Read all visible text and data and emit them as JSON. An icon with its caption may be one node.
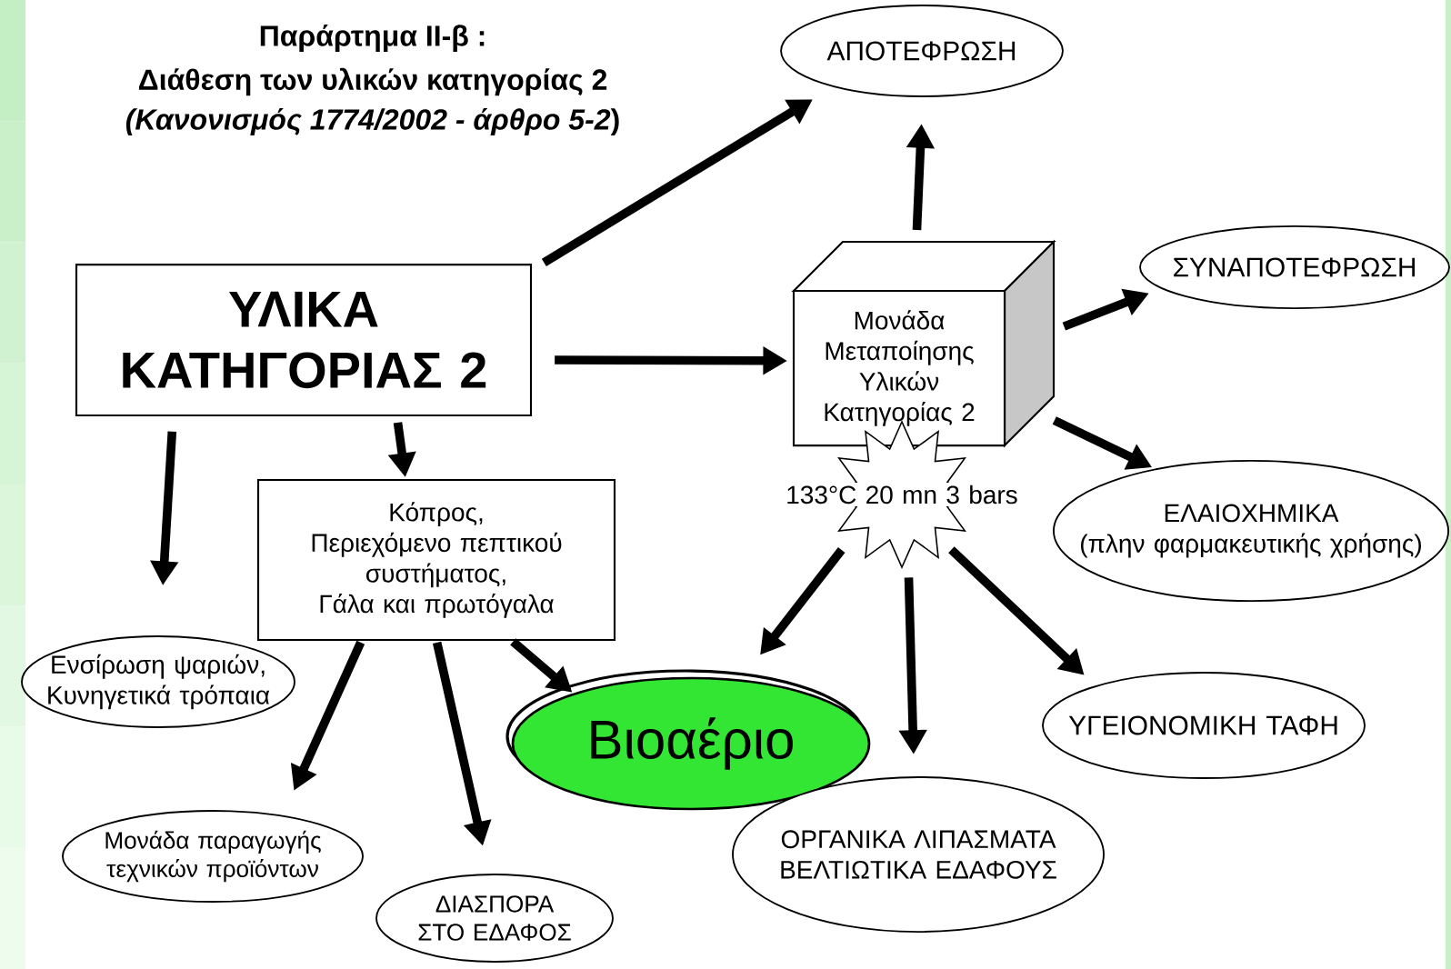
{
  "diagram": {
    "title": "Παράρτημα II-β :",
    "nodes": [
      {
        "text": [
          "ΥΛΙΚΑ ΚΑΤΗΓΟΡΙΑΣ 2"
        ]
      },
      {
        "text": [
          "Μονάδα Μεταποίησης Υλικών Κατηγορίας 2"
        ]
      },
      {
        "text": [
          "133°C 20 mn 3 bars"
        ]
      },
      {
        "text": [
          "ΑΠΟΤΕΦΡΩΣΗ"
        ]
      },
      {
        "text": [
          "ΣΥΝΑΠΟΤΕΦΡΩΣΗ"
        ]
      },
      {
        "text": [
          "ΕΛΑΙΟΧΗΜΙΚΑ",
          "(πλην φαρμακευτικής χρήσης)"
        ]
      },
      {
        "text": [
          "Κόπρος,",
          "Περιεχόμενο πεπτικού συστήματος,",
          "Γάλα και πρωτόγαλα"
        ]
      },
      {
        "text": [
          "Ενσίρωση ψαριών,",
          "Κυνηγετικά τρόπαια"
        ]
      },
      {
        "text": [
          "Βιοαέριο"
        ]
      },
      {
        "text": [
          "Μονάδα παραγωγής τεχνικών προϊόντων"
        ]
      },
      {
        "text": [
          "ΔΙΑΣΠΟΡΑ ΣΤΟ ΕΔΑΦΟΣ"
        ]
      },
      {
        "text": [
          "ΟΡΓΑΝΙΚΑ ΛΙΠΑΣΜΑΤΑ",
          "ΒΕΛΤΙΩΤΙΚΑ ΕΔΑΦΟΥΣ"
        ]
      },
      {
        "text": [
          "ΥΓΕΙΟΝΟΜΙΚΗ ΤΑΦΗ"
        ]
      }
    ],
    "edges": [
      {
        "from": 0,
        "to": 3,
        "arrow": "to"
      },
      {
        "from": 0,
        "to": 1,
        "arrow": "to"
      },
      {
        "from": 0,
        "to": 6,
        "arrow": "to"
      },
      {
        "from": 0,
        "to": 7,
        "arrow": "to"
      },
      {
        "from": 1,
        "to": 3,
        "arrow": "to"
      },
      {
        "from": 1,
        "to": 4,
        "arrow": "to"
      },
      {
        "from": 1,
        "to": 5,
        "arrow": "to"
      },
      {
        "from": 6,
        "to": 8,
        "arrow": "to"
      },
      {
        "from": 6,
        "to": 9,
        "arrow": "to"
      },
      {
        "from": 6,
        "to": 10,
        "arrow": "to"
      },
      {
        "from": 2,
        "to": 8,
        "arrow": "to"
      },
      {
        "from": 2,
        "to": 11,
        "arrow": "to"
      },
      {
        "from": 2,
        "to": 12,
        "arrow": "to"
      }
    ],
    "labels": [
      "Διάθεση των υλικών κατηγορίας 2",
      "*(Κανονισμός 1774/2002 - άρθρο 5-2*)"
    ]
  }
}
